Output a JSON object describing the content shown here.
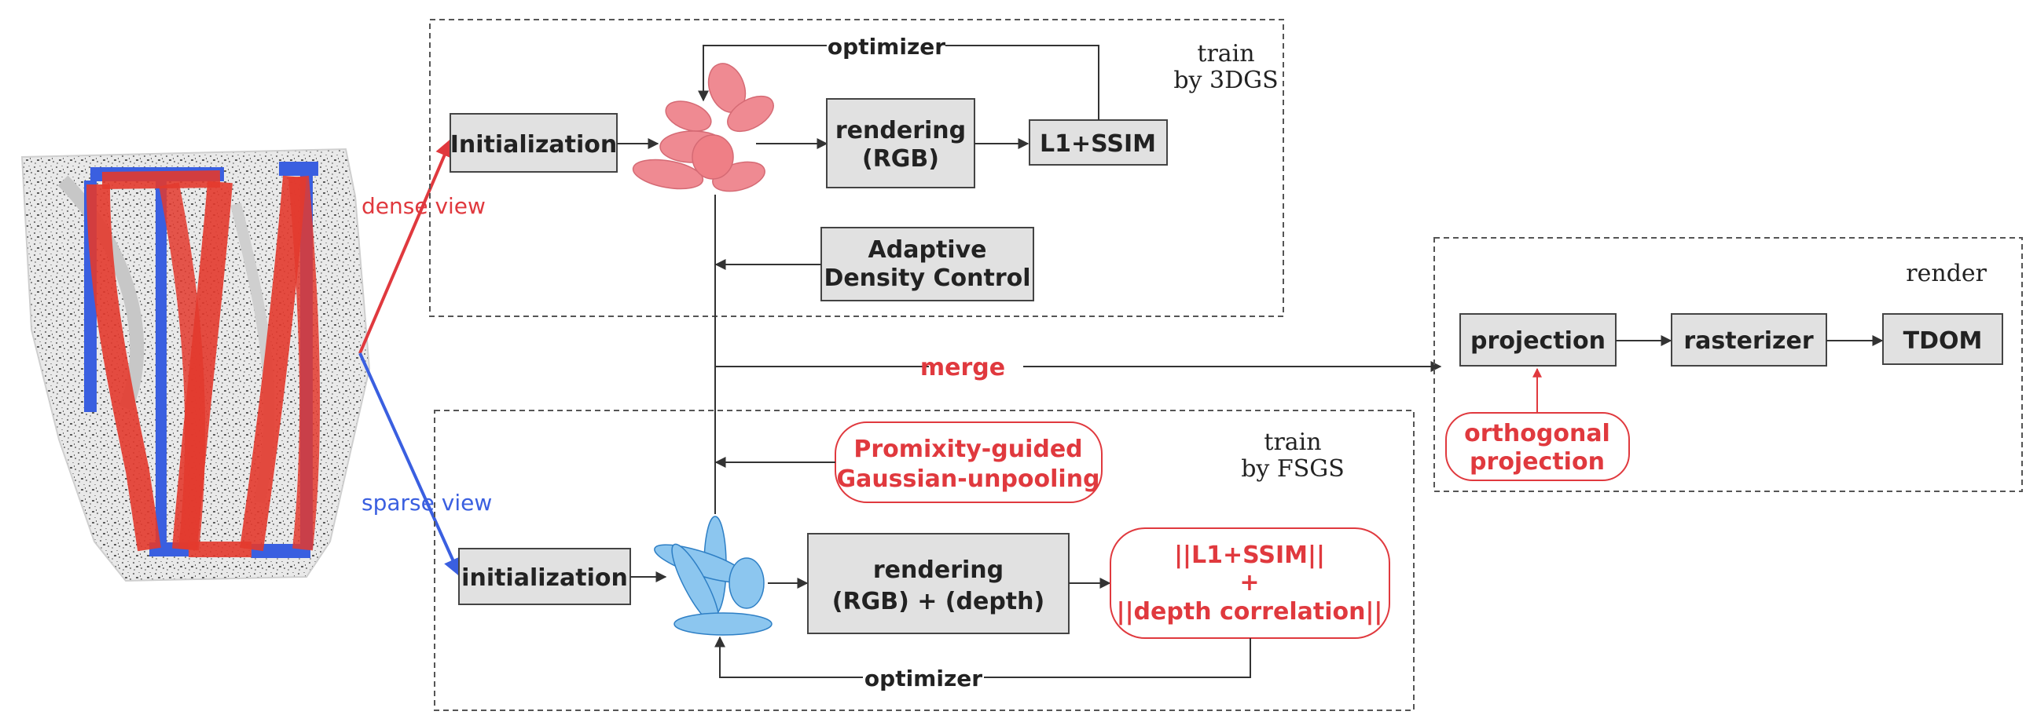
{
  "colors": {
    "red": "#e0393e",
    "blue": "#3a5fe0",
    "gaussian_red": "#ef7f86",
    "gaussian_blue": "#8cc6ef",
    "box_fill": "#e1e1e1"
  },
  "edges": {
    "dense_view": "dense view",
    "sparse_view": "sparse view"
  },
  "train_3dgs": {
    "title_line1": "train",
    "title_line2": "by 3DGS",
    "initialization": "Initialization",
    "optimizer": "optimizer",
    "rendering_line1": "rendering",
    "rendering_line2": "(RGB)",
    "loss": "L1+SSIM",
    "adc_line1": "Adaptive",
    "adc_line2": "Density Control"
  },
  "merge": "merge",
  "train_fsgs": {
    "title_line1": "train",
    "title_line2": "by FSGS",
    "initialization": "initialization",
    "unpool_line1": "Promixity-guided",
    "unpool_line2": "Gaussian-unpooling",
    "rendering_line1": "rendering",
    "rendering_line2": "(RGB)  +  (depth)",
    "loss_line1": "||L1+SSIM||",
    "loss_line2": "+",
    "loss_line3": "||depth correlation||",
    "optimizer": "optimizer"
  },
  "render": {
    "title": "render",
    "projection": "projection",
    "rasterizer": "rasterizer",
    "output": "TDOM",
    "ortho_line1": "orthogonal",
    "ortho_line2": "projection"
  }
}
